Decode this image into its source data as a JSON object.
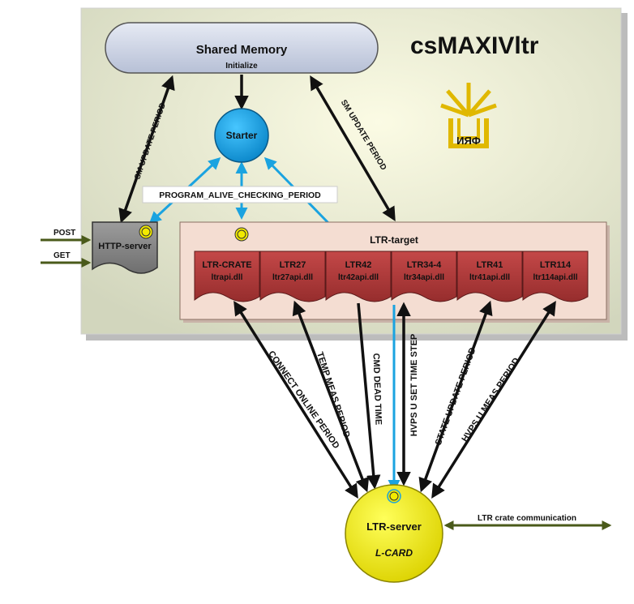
{
  "title": "csMAXIVltr",
  "logo_text": "ИЯФ",
  "shared_memory": {
    "title": "Shared Memory",
    "subtitle": "Initialize"
  },
  "starter": {
    "label": "Starter"
  },
  "alive_check": "PROGRAM_ALIVE_CHECKING_PERIOD",
  "http_server": {
    "label": "HTTP-server",
    "inputs": [
      "POST",
      "GET"
    ]
  },
  "ltr_target": {
    "label": "LTR-target",
    "modules": [
      {
        "name": "LTR-CRATE",
        "dll": "ltrapi.dll"
      },
      {
        "name": "LTR27",
        "dll": "ltr27api.dll"
      },
      {
        "name": "LTR42",
        "dll": "ltr42api.dll"
      },
      {
        "name": "LTR34-4",
        "dll": "ltr34api.dll"
      },
      {
        "name": "LTR41",
        "dll": "ltr41api.dll"
      },
      {
        "name": "LTR114",
        "dll": "ltr114api.dll"
      }
    ]
  },
  "sm_periods": [
    "SM UPDATE PERIOD",
    "SM UPDATE PERIOD"
  ],
  "ltr_server": {
    "label": "LTR-server",
    "vendor": "L-CARD"
  },
  "crate_comm": "LTR crate communication",
  "link_labels": [
    "CONNECT ONLINE PERIOD",
    "TEMP MEAS PERIOD",
    "CMD DEAD TIME",
    "HVPS U SET TIME STEP",
    "STATE UPDATE PERIOD",
    "HVPS U MEAS PERIOD"
  ],
  "colors": {
    "accent_blue": "#1aa3e0",
    "module_red": "#b03a3a",
    "server_yellow": "#f2ea00",
    "arrow_olive": "#4a5a1a"
  }
}
